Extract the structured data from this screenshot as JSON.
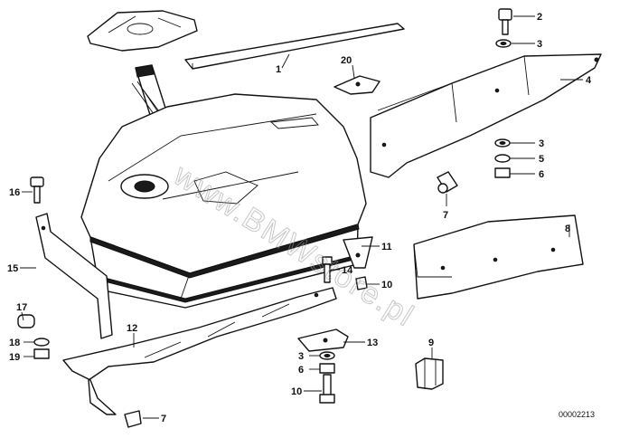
{
  "diagram": {
    "reference_number": "00002213",
    "watermark_text": "www.BMWstore.pl",
    "callouts": {
      "c1": "1",
      "c2": "2",
      "c3a": "3",
      "c3b": "3",
      "c3c": "3",
      "c4": "4",
      "c5": "5",
      "c6a": "6",
      "c6b": "6",
      "c7a": "7",
      "c7b": "7",
      "c8": "8",
      "c9": "9",
      "c10a": "10",
      "c10b": "10",
      "c11": "11",
      "c12": "12",
      "c13": "13",
      "c14": "14",
      "c15": "15",
      "c16": "16",
      "c17": "17",
      "c18": "18",
      "c19": "19",
      "c20": "20"
    }
  }
}
